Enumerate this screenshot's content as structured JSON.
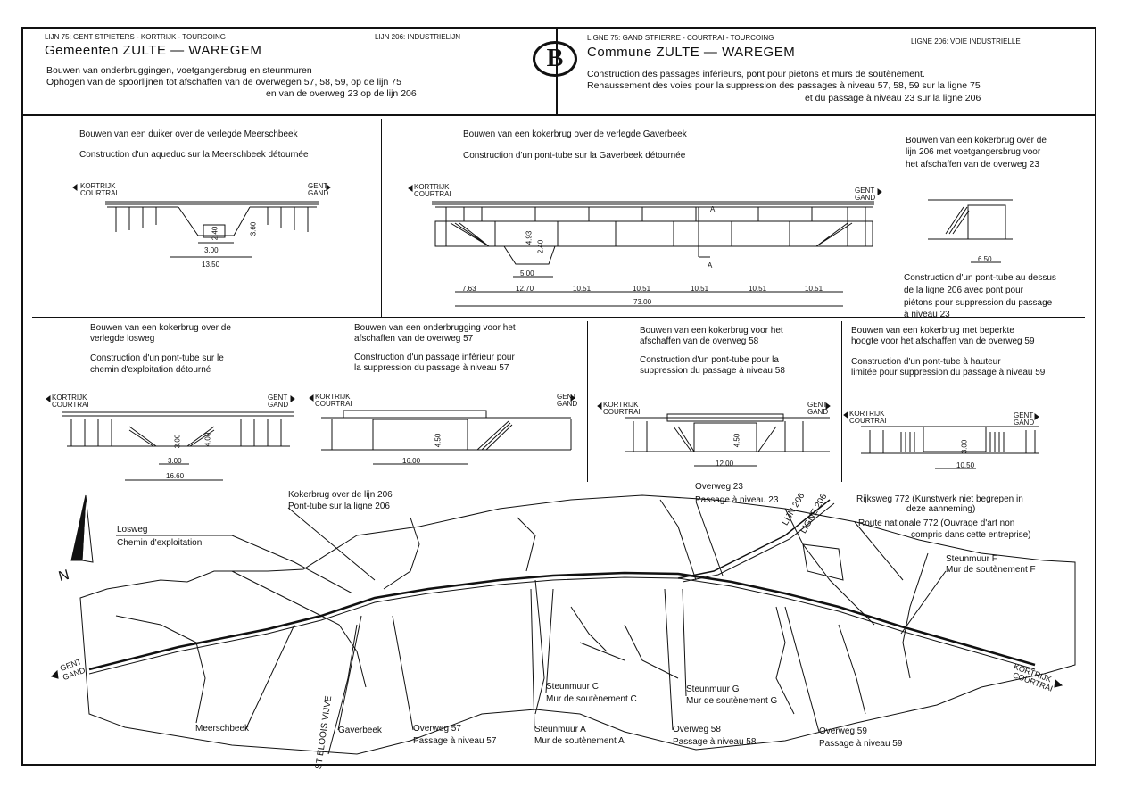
{
  "header": {
    "nl_line_75": "LIJN 75: GENT STPIETERS - KORTRIJK - TOURCOING",
    "nl_line_206": "LIJN 206: INDUSTRIELIJN",
    "nl_municipality": "Gemeenten ZULTE — WAREGEM",
    "nl_desc_1": "Bouwen van onderbruggingen, voetgangersbrug en steunmuren",
    "nl_desc_2": "Ophogen van de spoorlijnen tot afschaffen van de overwegen 57, 58, 59, op de lijn 75",
    "nl_desc_3": "en van de overweg 23 op de lijn 206",
    "fr_line_75": "LIGNE 75: GAND STPIERRE - COURTRAI - TOURCOING",
    "fr_line_206": "LIGNE 206: VOIE INDUSTRIELLE",
    "fr_municipality": "Commune ZULTE — WAREGEM",
    "fr_desc_1": "Construction des passages inférieurs, pont pour piétons et murs de soutènement.",
    "fr_desc_2": "Rehaussement des voies pour la suppression des passages à niveau 57, 58, 59 sur la ligne 75",
    "fr_desc_3": "et du passage à niveau 23 sur la ligne 206",
    "logo_letter": "B"
  },
  "panels": {
    "p1": {
      "nl": "Bouwen van een duiker over de verlegde Meerschbeek",
      "fr": "Construction d'un aqueduc sur la Meerschbeek détournée",
      "dims": [
        "2.40",
        "3.60",
        "3.00",
        "13.50"
      ]
    },
    "p2": {
      "nl": "Bouwen van een kokerbrug over de verlegde Gaverbeek",
      "fr": "Construction d'un pont-tube sur la Gaverbeek détournée",
      "dims": [
        "4.93",
        "2.40",
        "5.00",
        "7.63",
        "12.70",
        "10.51",
        "10.51",
        "10.51",
        "10.51",
        "10.51",
        "73.00"
      ],
      "section": "A"
    },
    "p3": {
      "nl_1": "Bouwen van een kokerbrug over de",
      "nl_2": "lijn 206 met voetgangersbrug voor",
      "nl_3": "het afschaffen van de overweg 23",
      "fr_1": "Construction d'un pont-tube au dessus",
      "fr_2": "de la ligne 206 avec pont pour",
      "fr_3": "piétons pour suppression du passage",
      "fr_4": "à niveau 23",
      "dims": [
        "6.50"
      ]
    },
    "p4": {
      "nl_1": "Bouwen van een kokerbrug over de",
      "nl_2": "verlegde losweg",
      "fr_1": "Construction d'un pont-tube sur le",
      "fr_2": "chemin d'exploitation détourné",
      "dims": [
        "3.00",
        "4.00",
        "3.00",
        "16.60"
      ]
    },
    "p5": {
      "nl_1": "Bouwen van een onderbrugging voor het",
      "nl_2": "afschaffen van de overweg 57",
      "fr_1": "Construction d'un passage inférieur pour",
      "fr_2": "la suppression du passage à niveau 57",
      "dims": [
        "4.50",
        "16.00"
      ]
    },
    "p6": {
      "nl_1": "Bouwen van een kokerbrug voor het",
      "nl_2": "afschaffen van de overweg 58",
      "fr_1": "Construction d'un pont-tube pour la",
      "fr_2": "suppression du passage à niveau 58",
      "dims": [
        "4.50",
        "12.00"
      ]
    },
    "p7": {
      "nl_1": "Bouwen van een kokerbrug met beperkte",
      "nl_2": "hoogte voor het afschaffen van de overweg 59",
      "fr_1": "Construction d'un pont-tube à hauteur",
      "fr_2": "limitée pour suppression du passage à niveau 59",
      "dims": [
        "3.00",
        "10.50"
      ]
    }
  },
  "directions": {
    "kortrijk": "KORTRIJK",
    "courtrai": "COURTRAI",
    "gent": "GENT",
    "gand": "GAND"
  },
  "map": {
    "north": "N",
    "lijn206": "LIJN 206",
    "ligne206": "LIGNE 206",
    "st_eloois": "ST ELOOIS VIJVE",
    "labels": [
      {
        "nl": "Kokerbrug over de lijn 206",
        "fr": "Pont-tube sur la ligne 206"
      },
      {
        "nl": "Overweg 23",
        "fr": "Passage à niveau 23"
      },
      {
        "nl": "Rijksweg 772 (Kunstwerk niet begrepen in",
        "nl2": "deze aanneming)",
        "fr": "Route nationale 772 (Ouvrage d'art non",
        "fr2": "compris dans cette entreprise)"
      },
      {
        "nl": "Losweg",
        "fr": "Chemin d'exploitation"
      },
      {
        "nl": "Steunmuur F",
        "fr": "Mur de soutènement F"
      },
      {
        "nl": "Steunmuur C",
        "fr": "Mur de soutènement C"
      },
      {
        "nl": "Steunmuur G",
        "fr": "Mur de soutènement G"
      },
      {
        "nl": "Meerschbeek"
      },
      {
        "nl": "Gaverbeek"
      },
      {
        "nl": "Overweg 57",
        "fr": "Passage à niveau 57"
      },
      {
        "nl": "Steunmuur A",
        "fr": "Mur de soutènement A"
      },
      {
        "nl": "Overweg 58",
        "fr": "Passage à niveau 58"
      },
      {
        "nl": "Overweg 59",
        "fr": "Passage à niveau 59"
      }
    ]
  },
  "colors": {
    "ink": "#111111",
    "paper": "#ffffff"
  }
}
